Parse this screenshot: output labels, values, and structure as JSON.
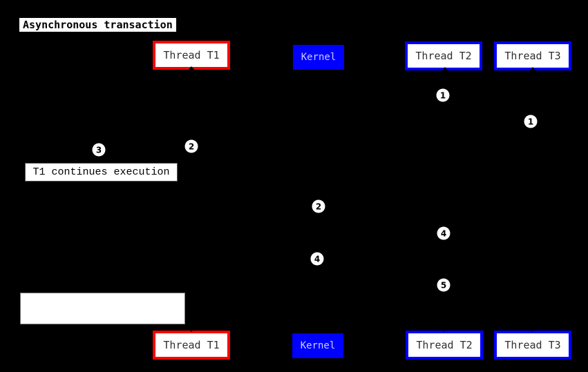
{
  "diagram": {
    "title": "Asynchronous transaction",
    "participants": {
      "t1": {
        "label": "Thread T1",
        "border_color": "#ff0000",
        "fill": "#ffffff",
        "text_color": "#2f2f2f"
      },
      "kernel": {
        "label": "Kernel",
        "fill": "#0000ff",
        "text_color": "#ccccff"
      },
      "t2": {
        "label": "Thread T2",
        "border_color": "#0000ff",
        "fill": "#ffffff",
        "text_color": "#2f2f2f"
      },
      "t3": {
        "label": "Thread T3",
        "border_color": "#0000ff",
        "fill": "#ffffff",
        "text_color": "#2f2f2f"
      }
    },
    "note": {
      "text": "T1 continues execution"
    },
    "blank_note": {
      "text": ""
    },
    "markers": [
      {
        "label": "1"
      },
      {
        "label": "1"
      },
      {
        "label": "2"
      },
      {
        "label": "3"
      },
      {
        "label": "2"
      },
      {
        "label": "4"
      },
      {
        "label": "4"
      },
      {
        "label": "5"
      }
    ],
    "colors": {
      "background": "#000000",
      "red_accent": "#ff0000",
      "blue_accent": "#0000ff",
      "box_fill": "#ffffff",
      "marker_fill": "#ffffff",
      "marker_text": "#000000"
    }
  }
}
